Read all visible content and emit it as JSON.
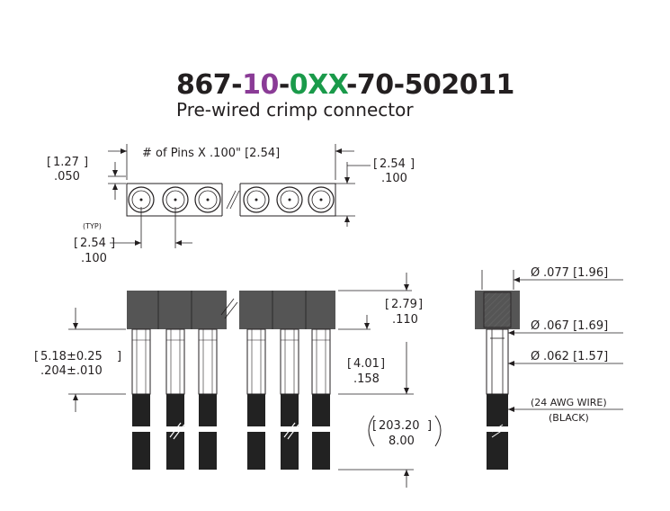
{
  "header": {
    "part_prefix": "867-",
    "part_pins": "10",
    "part_dash": "-",
    "part_length": "0XX",
    "part_suffix": "-70-502011",
    "subtitle": "Pre-wired crimp connector"
  },
  "colors": {
    "pins_code": "#8a3b96",
    "length_code": "#1a9a4a",
    "ink": "#231f20",
    "housing": "#555555",
    "wire": "#222222"
  },
  "top_view": {
    "pitch_label": "# of Pins X .100\" [2.54]",
    "left_mm": "1.27",
    "left_in": ".050",
    "right_mm": "2.54",
    "right_in": ".100",
    "typ_label": "(TYP)",
    "typ_mm": "2.54",
    "typ_in": ".100"
  },
  "front_view": {
    "housing_mm": "2.79",
    "housing_in": ".110",
    "total_mm": "5.18±0.25",
    "total_in": ".204±.010",
    "pin_mm": "4.01",
    "pin_in": ".158",
    "wire_mm": "203.20",
    "wire_in": "8.00"
  },
  "side_view": {
    "d1": ".077 [1.96]",
    "d2": ".067 [1.69]",
    "d3": ".062 [1.57]",
    "wire_label": "(24 AWG WIRE)",
    "wire_color": "(BLACK)"
  }
}
